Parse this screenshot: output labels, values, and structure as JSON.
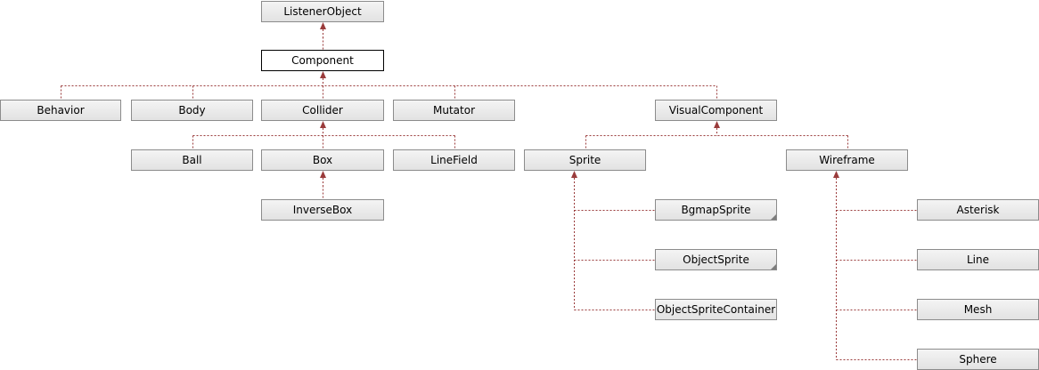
{
  "diagram": {
    "type": "inheritance-graph",
    "nodes": {
      "listenerobject": "ListenerObject",
      "component": "Component",
      "behavior": "Behavior",
      "body": "Body",
      "collider": "Collider",
      "mutator": "Mutator",
      "visualcomponent": "VisualComponent",
      "ball": "Ball",
      "box": "Box",
      "linefield": "LineField",
      "inversebox": "InverseBox",
      "sprite": "Sprite",
      "wireframe": "Wireframe",
      "bgmapsprite": "BgmapSprite",
      "objectsprite": "ObjectSprite",
      "objectspritecontainer": "ObjectSpriteContainer",
      "asterisk": "Asterisk",
      "line": "Line",
      "mesh": "Mesh",
      "sphere": "Sphere"
    },
    "edges": [
      [
        "component",
        "listenerobject"
      ],
      [
        "behavior",
        "component"
      ],
      [
        "body",
        "component"
      ],
      [
        "collider",
        "component"
      ],
      [
        "mutator",
        "component"
      ],
      [
        "visualcomponent",
        "component"
      ],
      [
        "ball",
        "collider"
      ],
      [
        "box",
        "collider"
      ],
      [
        "linefield",
        "collider"
      ],
      [
        "inversebox",
        "box"
      ],
      [
        "sprite",
        "visualcomponent"
      ],
      [
        "wireframe",
        "visualcomponent"
      ],
      [
        "bgmapsprite",
        "sprite"
      ],
      [
        "objectsprite",
        "sprite"
      ],
      [
        "objectspritecontainer",
        "sprite"
      ],
      [
        "asterisk",
        "wireframe"
      ],
      [
        "line",
        "wireframe"
      ],
      [
        "mesh",
        "wireframe"
      ],
      [
        "sphere",
        "wireframe"
      ]
    ],
    "current": "component",
    "has_more_children": [
      "bgmapsprite",
      "objectsprite"
    ],
    "colors": {
      "edge": "#9a3b3b",
      "node_border": "#8c8c8c",
      "node_fill_top": "#f4f4f4",
      "node_fill_bottom": "#e2e2e2",
      "current_border": "#000000"
    }
  }
}
